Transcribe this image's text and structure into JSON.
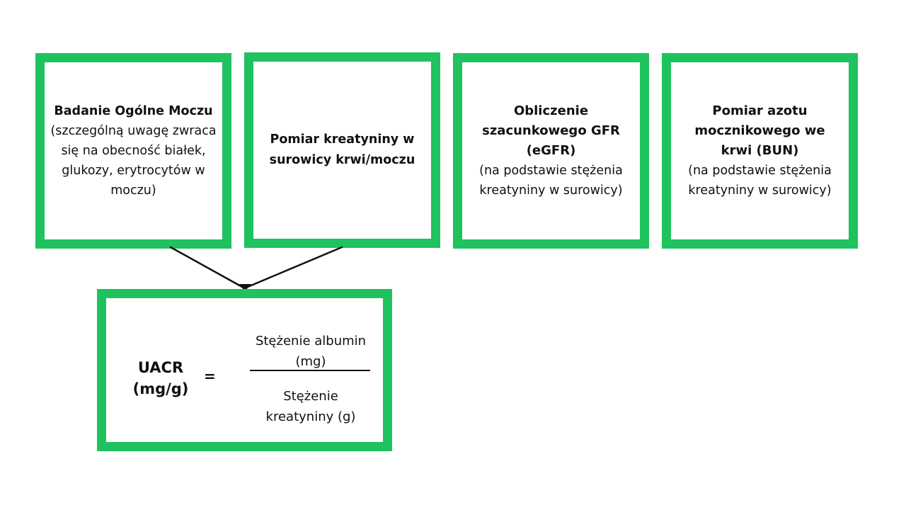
{
  "boxes": [
    {
      "title": "Badanie Ogólne Moczu",
      "description": "(szczególną uwagę zwraca się na obecność białek, glukozy, erytrocytów w moczu)"
    },
    {
      "title": "Pomiar kreatyniny w surowicy krwi/moczu",
      "description": ""
    },
    {
      "title": "Obliczenie szacunkowego GFR (eGFR)",
      "description": "(na podstawie stężenia kreatyniny w surowicy)"
    },
    {
      "title": "Pomiar azotu mocznikowego we krwi (BUN)",
      "description": "(na podstawie stężenia kreatyniny w surowicy)"
    }
  ],
  "formula": {
    "lhs_line1": "UACR",
    "lhs_line2": "(mg/g)",
    "equals": "=",
    "numerator": "Stężenie albumin (mg)",
    "denominator": "Stężenie kreatyniny (g)"
  },
  "colors": {
    "box_border": "#1fc25e",
    "text": "#111111",
    "arrow": "#111111"
  }
}
